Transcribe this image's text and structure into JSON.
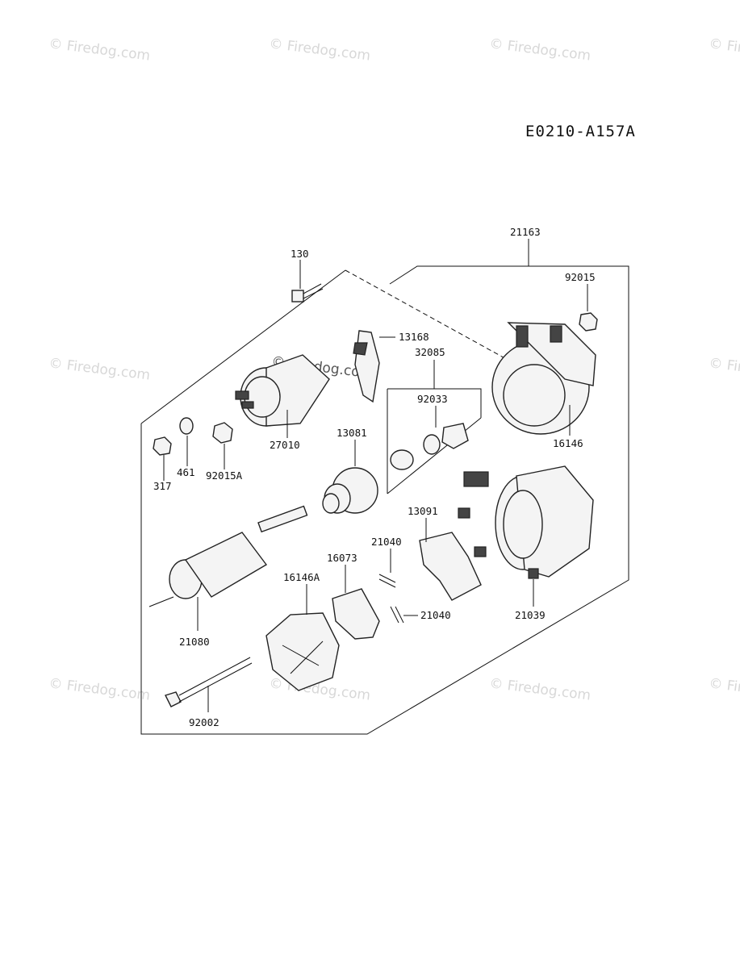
{
  "watermark": {
    "text": "© Firedog.com"
  },
  "diagram_code": "E0210-A157A",
  "parts": {
    "p130": "130",
    "p21163": "21163",
    "p92015": "92015",
    "p13168": "13168",
    "p32085": "32085",
    "p92033": "92033",
    "p16146": "16146",
    "p27010": "27010",
    "p13081": "13081",
    "p317": "317",
    "p461": "461",
    "p92015A": "92015A",
    "p13091": "13091",
    "p21040a": "21040",
    "p16073": "16073",
    "p16146A": "16146A",
    "p21040b": "21040",
    "p21039": "21039",
    "p21080": "21080",
    "p92002": "92002"
  }
}
